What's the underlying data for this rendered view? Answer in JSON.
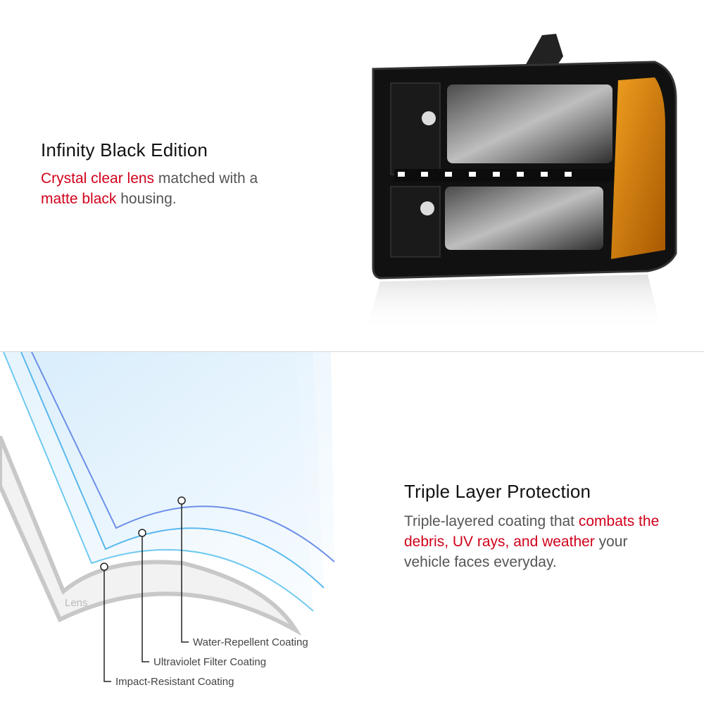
{
  "feature1": {
    "title": "Infinity Black Edition",
    "desc_highlight1": "Crystal clear lens",
    "desc_text1": " matched with a ",
    "desc_highlight2": "matte black",
    "desc_text2": " housing."
  },
  "feature2": {
    "title": "Triple Layer Protection",
    "desc_text1": "Triple-layered coating that ",
    "desc_highlight": "combats the debris, UV rays, and weather",
    "desc_text2": " your vehicle faces everyday."
  },
  "diagram": {
    "lens_label": "Lens",
    "layers": [
      "Water-Repellent Coating",
      "Ultraviolet Filter Coating",
      "Impact-Resistant Coating"
    ]
  },
  "colors": {
    "accent": "#d0021b",
    "amber": "#e08a00"
  }
}
